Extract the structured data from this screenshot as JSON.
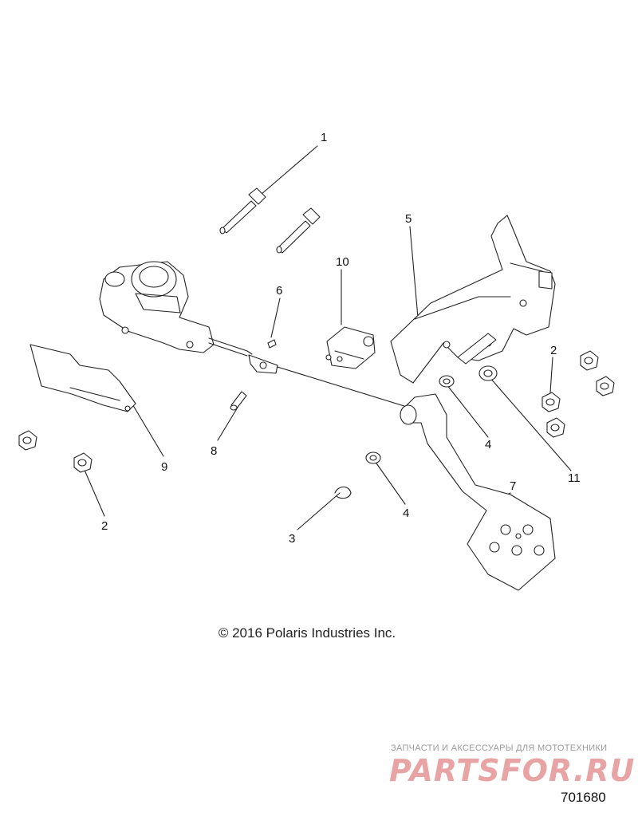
{
  "callouts": {
    "c1": "1",
    "c2a": "2",
    "c2b": "2",
    "c3": "3",
    "c4a": "4",
    "c4b": "4",
    "c5": "5",
    "c6": "6",
    "c7": "7",
    "c8": "8",
    "c9": "9",
    "c10": "10",
    "c11": "11"
  },
  "copyright": "© 2016 Polaris Industries Inc.",
  "watermark": {
    "tagline": "ЗАПЧАСТИ И АКСЕССУАРЫ ДЛЯ МОТОТЕХНИКИ",
    "logo": "PARTSFOR.RU"
  },
  "diagram_id": "701680"
}
